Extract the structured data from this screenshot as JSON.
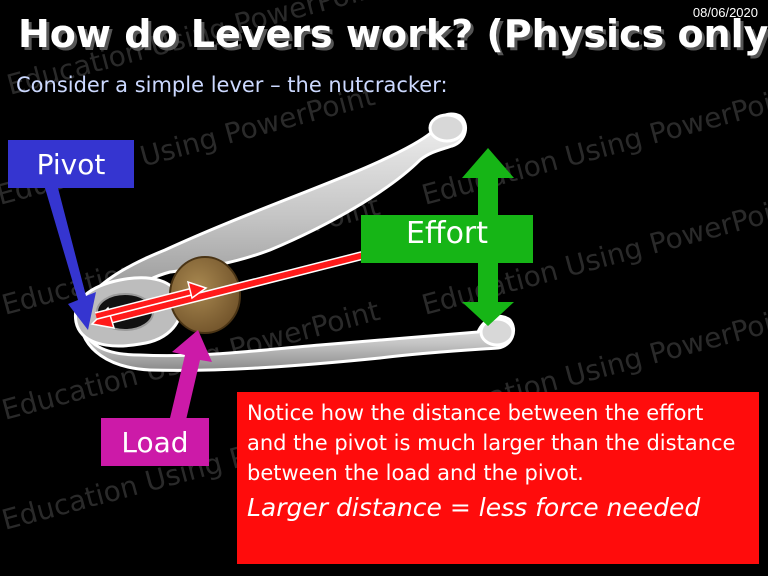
{
  "header": {
    "date": "08/06/2020",
    "title": "How do Levers work? (Physics only)",
    "subtitle": "Consider a simple lever – the nutcracker:"
  },
  "labels": {
    "pivot": "Pivot",
    "load": "Load",
    "effort": "Effort"
  },
  "note": {
    "text": "Notice how the distance between the effort and the pivot is much larger than the distance between the load and the pivot.",
    "emphasis": "Larger distance = less force needed"
  },
  "watermark": {
    "text": "Education Using PowerPoint"
  },
  "colors": {
    "background": "#000000",
    "pivot_box": "#3535d0",
    "load_box": "#cc1aa8",
    "effort_box": "#16b516",
    "note_box": "#ff0c0c",
    "distance_arrows": "#ff1a1a",
    "nut": "#8b6a3a",
    "nutcracker": "#cfcfcf"
  }
}
